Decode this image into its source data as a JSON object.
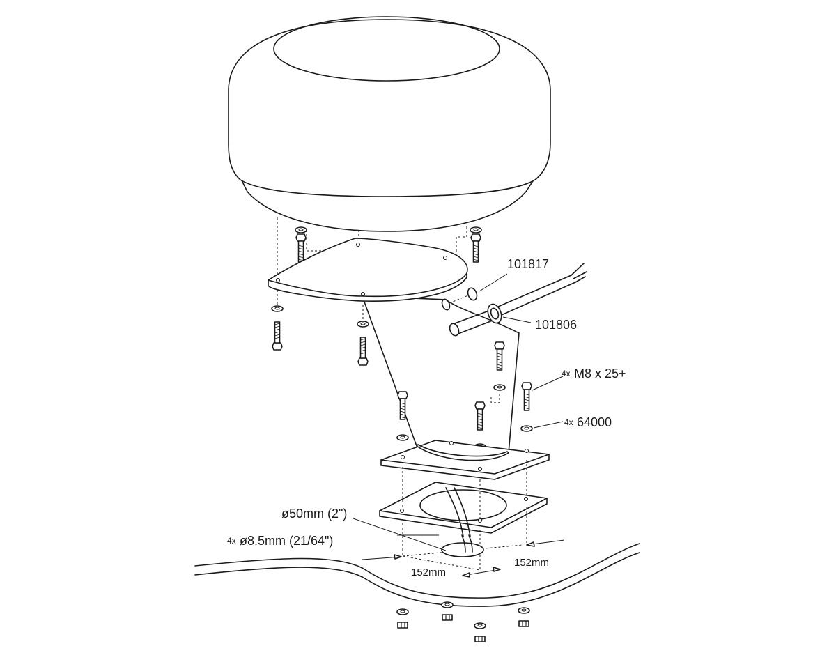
{
  "callouts": {
    "part_101817": "101817",
    "part_101806": "101806",
    "bolt_qty": "4x",
    "bolt_spec": "M8 x 25+",
    "washer_qty": "4x",
    "washer_part": "64000"
  },
  "dimensions": {
    "cable_hole": "ø50mm (2\")",
    "bolt_hole_qty": "4x",
    "bolt_hole": "ø8.5mm (21/64\")",
    "spacing_a": "152mm",
    "spacing_b": "152mm"
  },
  "icons": {
    "radome": "radome-dome-icon",
    "bolt": "hex-bolt-icon",
    "washer": "washer-icon",
    "nut": "hex-nut-icon",
    "cable": "cable-icon"
  }
}
